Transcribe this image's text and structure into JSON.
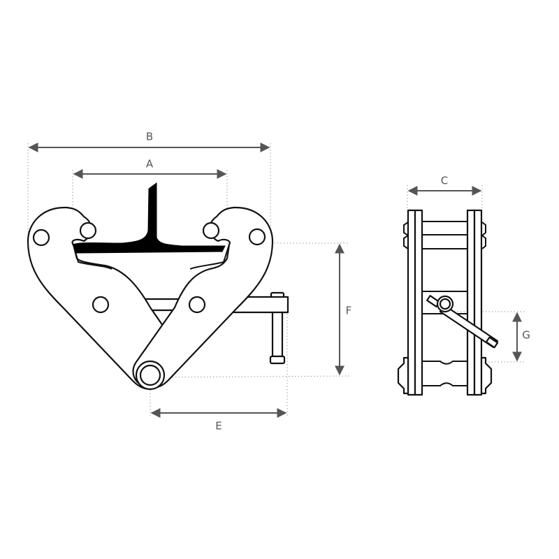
{
  "diagram": {
    "subject": "Beam clamp technical drawing with dimensions",
    "views": [
      "front-view",
      "side-view"
    ],
    "colors": {
      "line": "#111111",
      "dimension": "#555555",
      "guide": "#9a9a9a",
      "beam": "#000000",
      "background": "#ffffff"
    },
    "dimensions": {
      "A": {
        "label": "A",
        "view": "front",
        "orientation": "horizontal"
      },
      "B": {
        "label": "B",
        "view": "front",
        "orientation": "horizontal"
      },
      "C": {
        "label": "C",
        "view": "side",
        "orientation": "horizontal"
      },
      "E": {
        "label": "E",
        "view": "front",
        "orientation": "horizontal"
      },
      "F": {
        "label": "F",
        "view": "front",
        "orientation": "vertical"
      },
      "G": {
        "label": "G",
        "view": "side",
        "orientation": "vertical"
      }
    }
  }
}
